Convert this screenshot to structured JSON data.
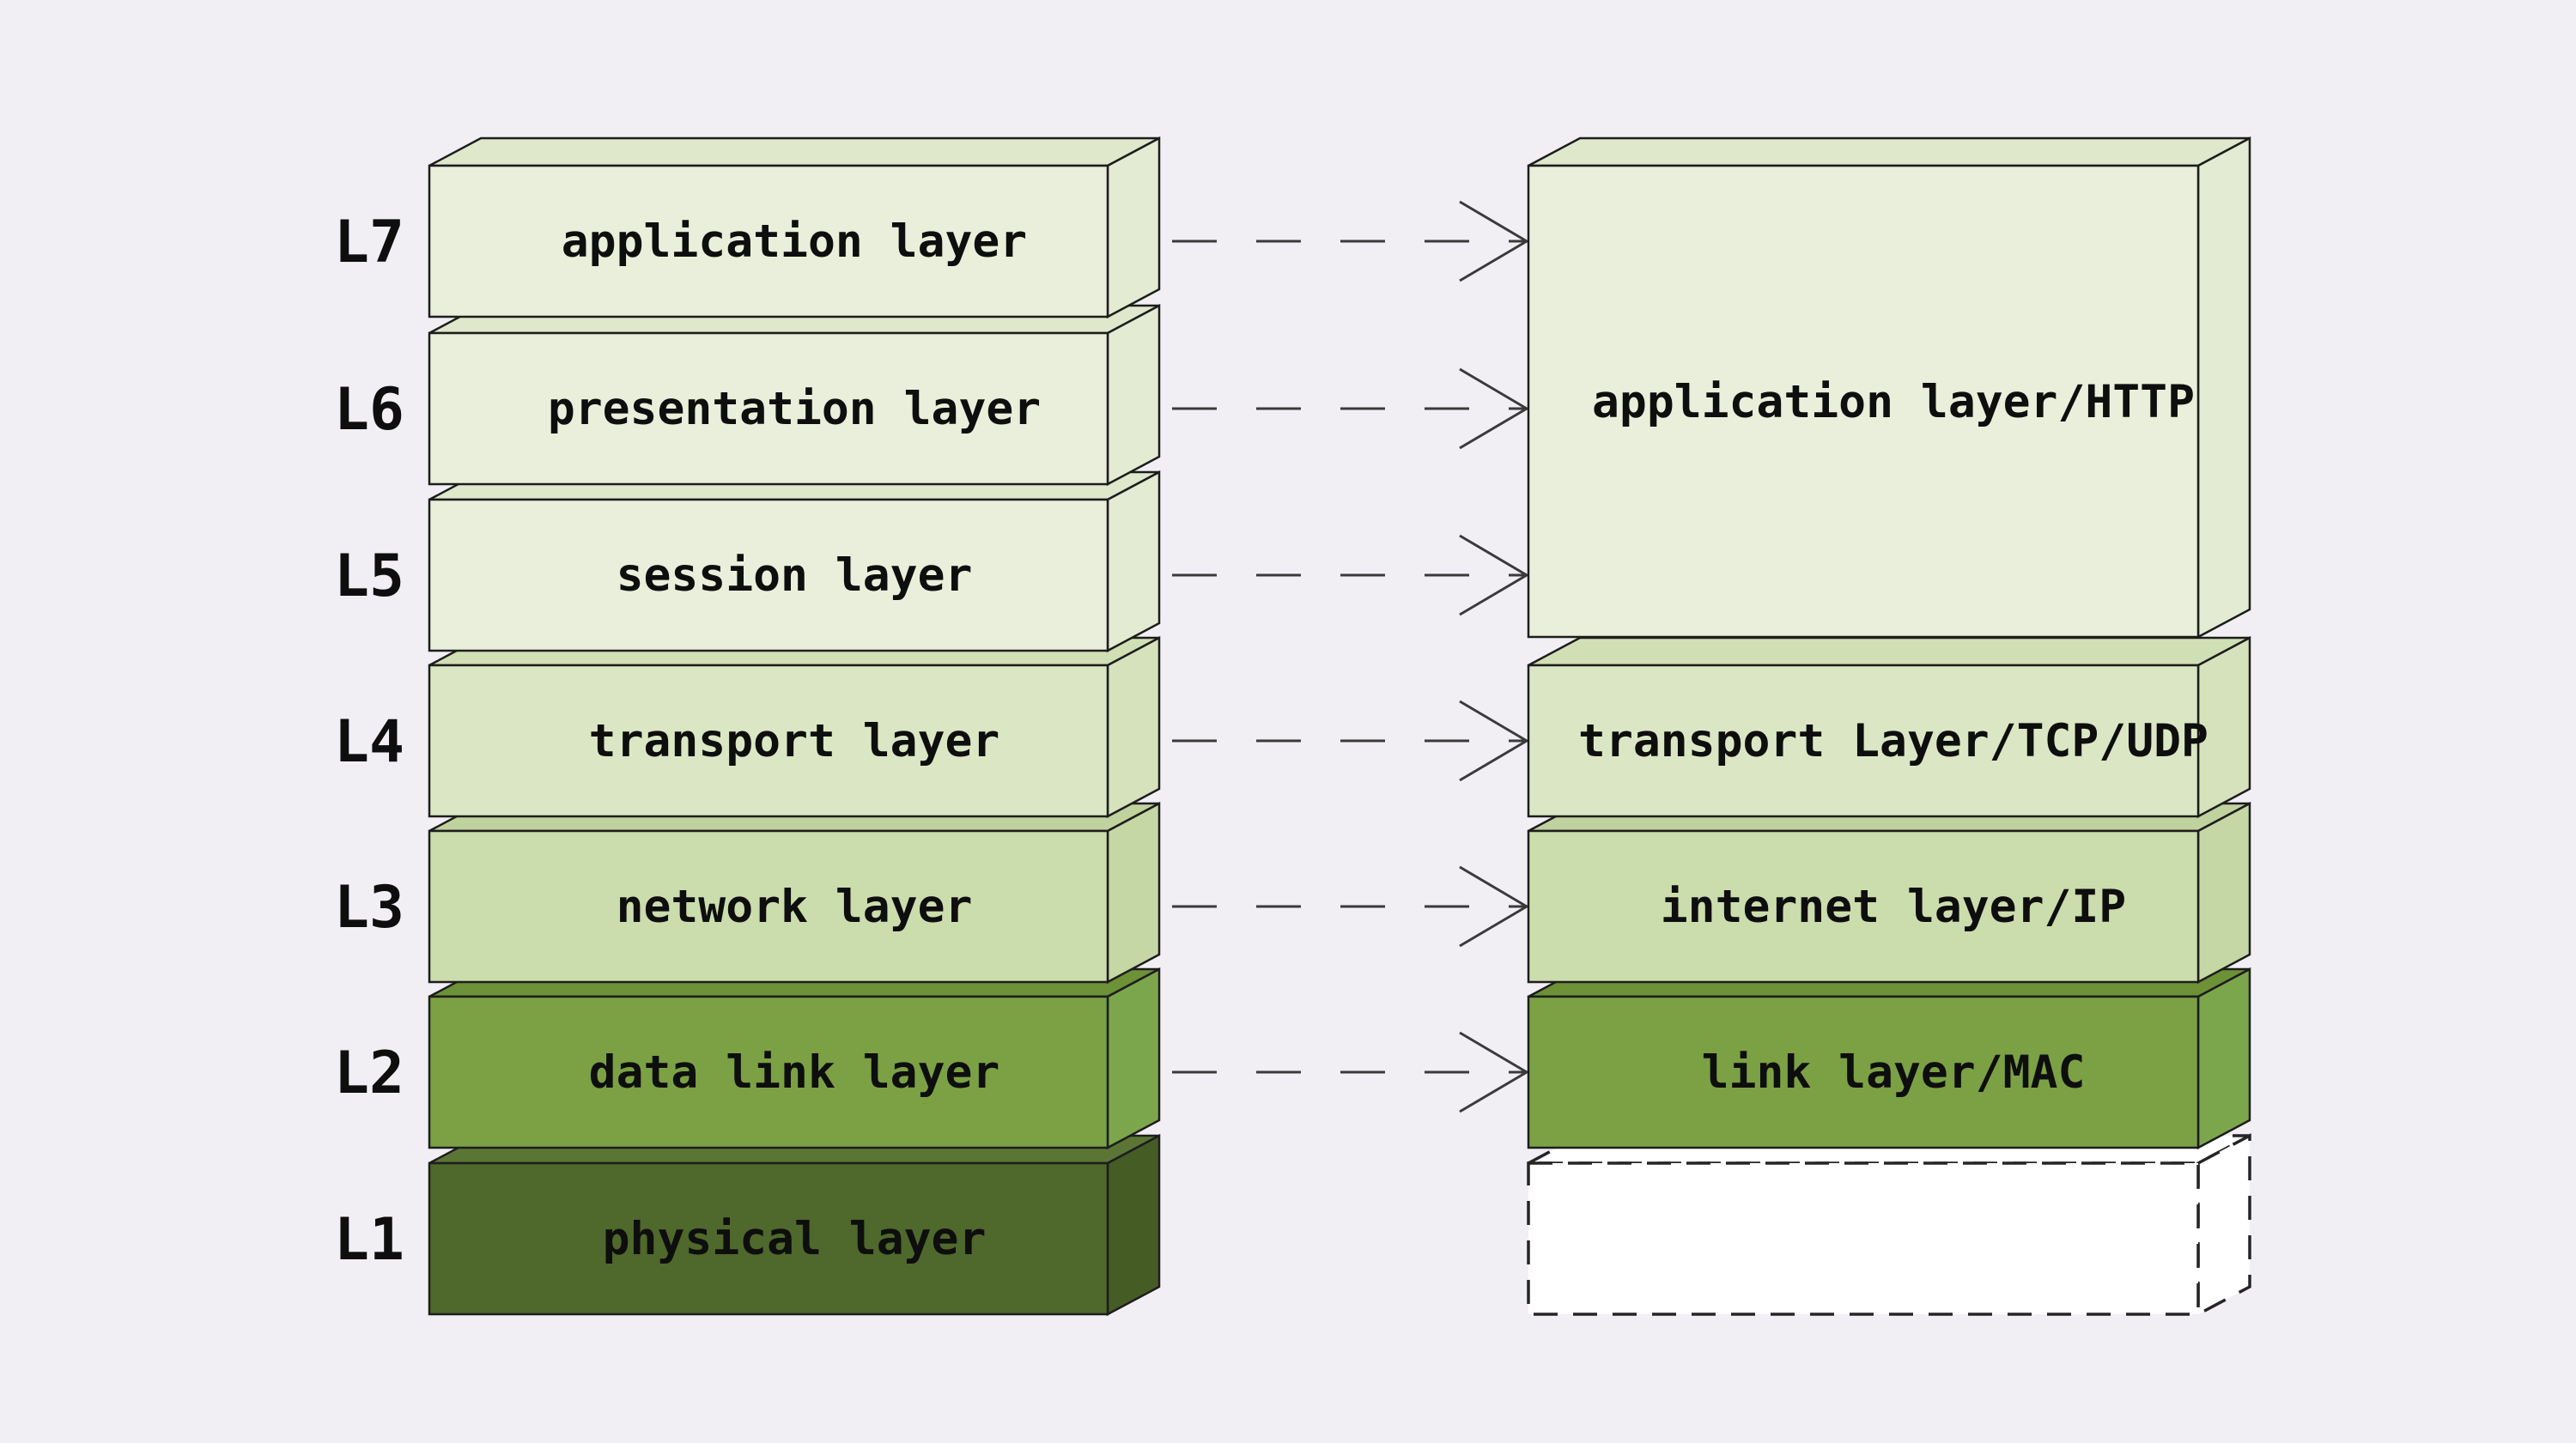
{
  "colors": {
    "background": "#f1eff4",
    "outline": "#1d1d1d",
    "arrow": "#3a3a3a",
    "text": "#0e0e0e",
    "dashed_box": {
      "stroke": "#252525",
      "fill": "#ffffff"
    },
    "tier_pale": {
      "front": "#e9efda",
      "top": "#e0e8cc",
      "side": "#e4ebd3"
    },
    "tier_light": {
      "front": "#dbe7c4",
      "top": "#d1dfb5",
      "side": "#d6e2bc"
    },
    "tier_medium": {
      "front": "#cbdcad",
      "top": "#c0d29d",
      "side": "#c5d7a4"
    },
    "tier_olive": {
      "front": "#7ba144",
      "top": "#6d9137",
      "side": "#7ca64c"
    },
    "tier_dark": {
      "front": "#4f682b",
      "top": "#5b7634",
      "side": "#455d25"
    }
  },
  "osi": {
    "layers": [
      {
        "level": "L7",
        "label": "application layer"
      },
      {
        "level": "L6",
        "label": "presentation layer"
      },
      {
        "level": "L5",
        "label": "session layer"
      },
      {
        "level": "L4",
        "label": "transport layer"
      },
      {
        "level": "L3",
        "label": "network layer"
      },
      {
        "level": "L2",
        "label": "data link layer"
      },
      {
        "level": "L1",
        "label": "physical layer"
      }
    ]
  },
  "tcpip": {
    "layers": [
      {
        "label": "application layer/HTTP"
      },
      {
        "label": "transport Layer/TCP/UDP"
      },
      {
        "label": "internet layer/IP"
      },
      {
        "label": "link layer/MAC"
      },
      {
        "label": ""
      }
    ]
  }
}
